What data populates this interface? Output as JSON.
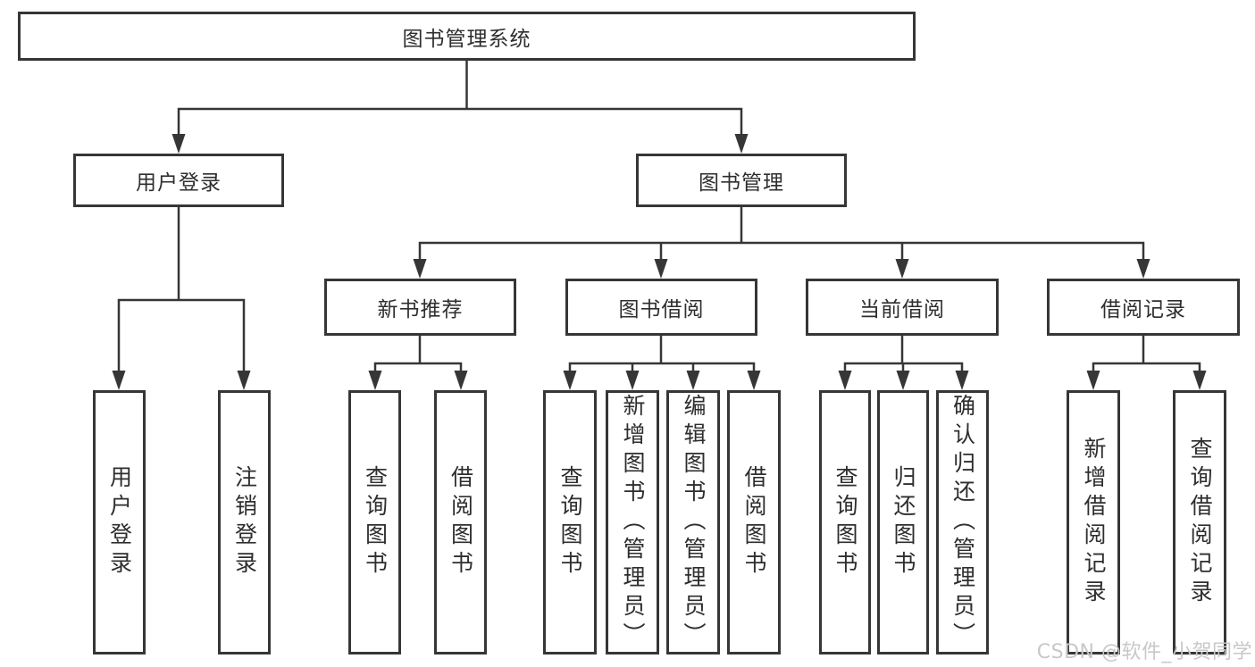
{
  "diagram_type": "hierarchy-tree",
  "tree": {
    "label": "图书管理系统",
    "children": [
      {
        "label": "用户登录",
        "children": [
          {
            "label": "用户登录"
          },
          {
            "label": "注销登录"
          }
        ]
      },
      {
        "label": "图书管理",
        "children": [
          {
            "label": "新书推荐",
            "children": [
              {
                "label": "查询图书"
              },
              {
                "label": "借阅图书"
              }
            ]
          },
          {
            "label": "图书借阅",
            "children": [
              {
                "label": "查询图书"
              },
              {
                "label": "新增图书（管理员）"
              },
              {
                "label": "编辑图书（管理员）"
              },
              {
                "label": "借阅图书"
              }
            ]
          },
          {
            "label": "当前借阅",
            "children": [
              {
                "label": "查询图书"
              },
              {
                "label": "归还图书"
              },
              {
                "label": "确认归还（管理员）"
              }
            ]
          },
          {
            "label": "借阅记录",
            "children": [
              {
                "label": "新增借阅记录"
              },
              {
                "label": "查询借阅记录"
              }
            ]
          }
        ]
      }
    ]
  },
  "watermark": {
    "text": "CSDN @软件_小贺同学"
  },
  "colors": {
    "line": "#363636",
    "box_border": "#363636",
    "text": "#2e2e2e",
    "watermark": "#c8c8c8",
    "background": "#ffffff"
  }
}
